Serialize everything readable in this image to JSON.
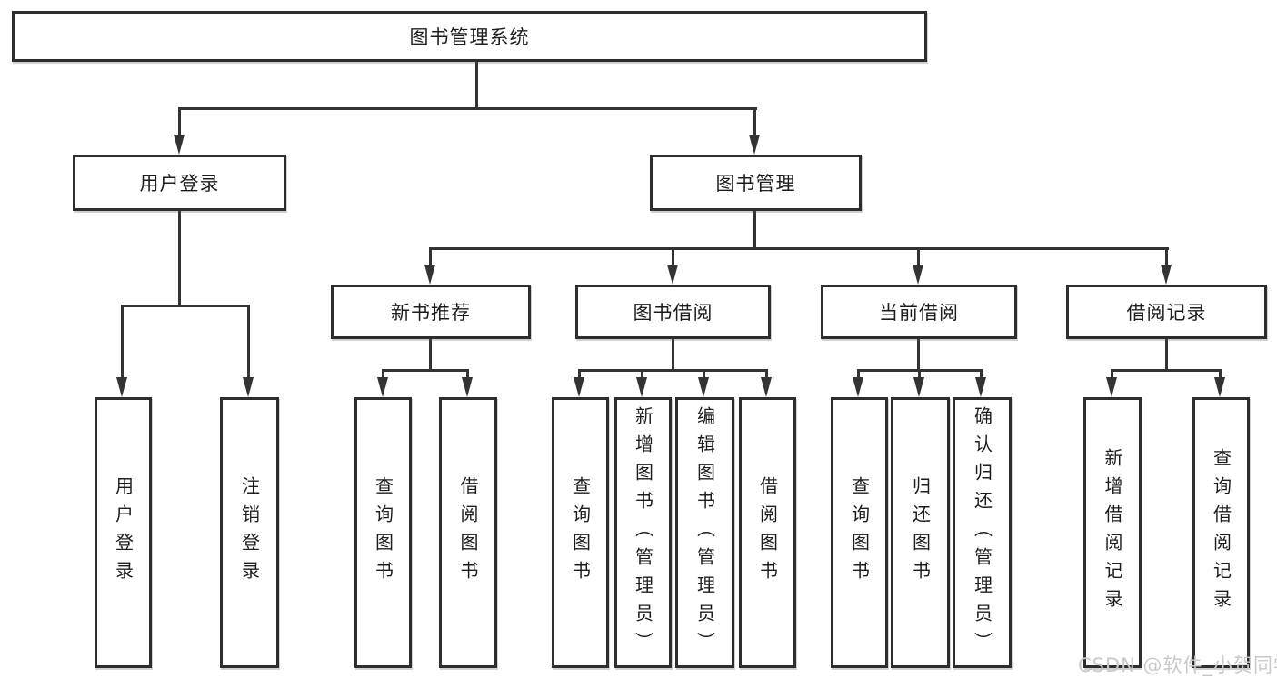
{
  "diagram": {
    "root": {
      "label": "图书管理系统"
    },
    "branches": [
      {
        "label": "用户登录"
      },
      {
        "label": "图书管理"
      }
    ],
    "modules": [
      {
        "label": "新书推荐"
      },
      {
        "label": "图书借阅"
      },
      {
        "label": "当前借阅"
      },
      {
        "label": "借阅记录"
      }
    ],
    "leaves": [
      {
        "label": "用户登录"
      },
      {
        "label": "注销登录"
      },
      {
        "label": "查询图书"
      },
      {
        "label": "借阅图书"
      },
      {
        "label": "查询图书"
      },
      {
        "label": "新增图书（管理员）"
      },
      {
        "label": "编辑图书（管理员）"
      },
      {
        "label": "借阅图书"
      },
      {
        "label": "查询图书"
      },
      {
        "label": "归还图书"
      },
      {
        "label": "确认归还（管理员）"
      },
      {
        "label": "新增借阅记录"
      },
      {
        "label": "查询借阅记录"
      }
    ]
  },
  "watermark": {
    "text": "CSDN @软件_小贺同学"
  },
  "colors": {
    "line": "#333333",
    "box_border": "#2d2d2d",
    "text": "#1d1d1d",
    "watermark": "#c9c9c9",
    "background": "#ffffff"
  }
}
